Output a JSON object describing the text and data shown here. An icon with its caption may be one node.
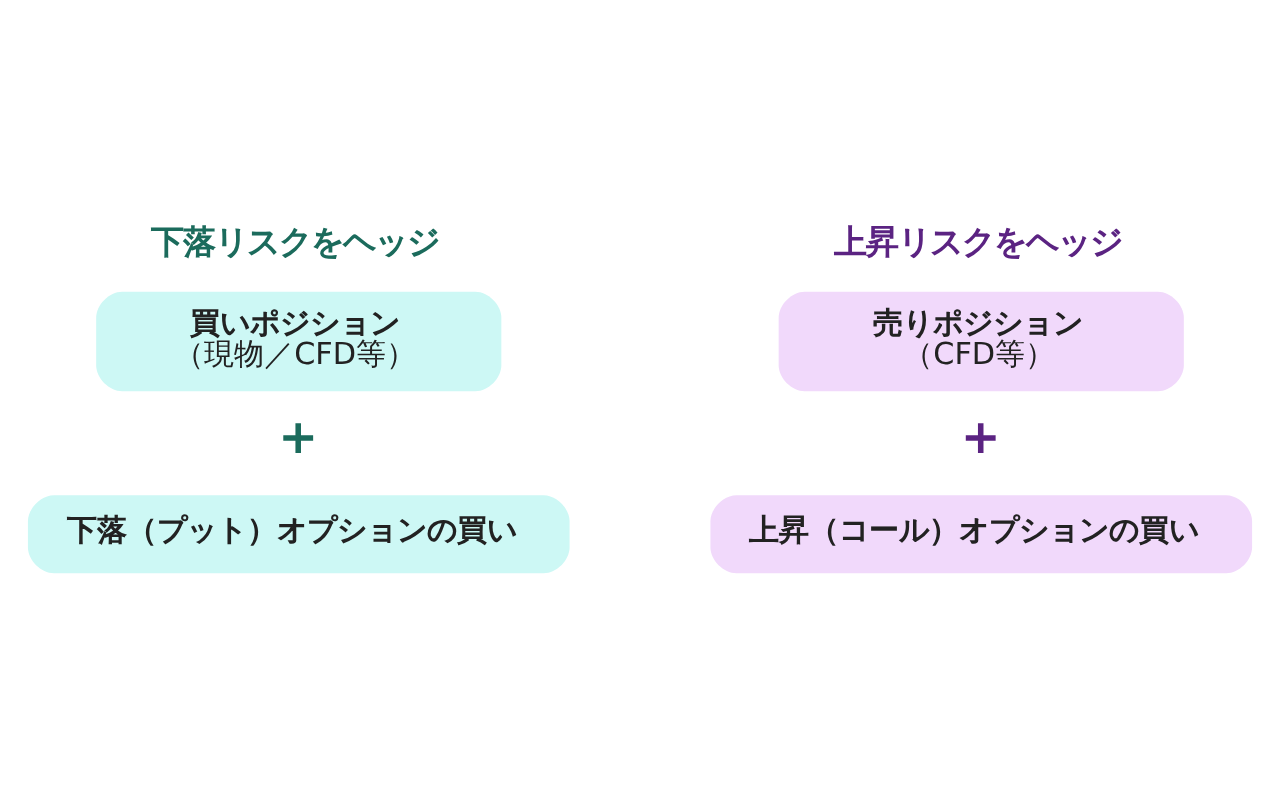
{
  "diagram": {
    "nodes": [
      {
        "text": [
          "買いポジション",
          "（現物／CFD等）"
        ]
      },
      {
        "text": [
          "下落（プット）オプションの買い"
        ]
      },
      {
        "text": [
          "売りポジション",
          "（CFD等）"
        ]
      },
      {
        "text": [
          "上昇（コール）オプションの買い"
        ]
      }
    ],
    "edges": [],
    "labels": [
      "下落リスクをヘッジ",
      "上昇リスクをヘッジ",
      "+",
      "+"
    ]
  }
}
